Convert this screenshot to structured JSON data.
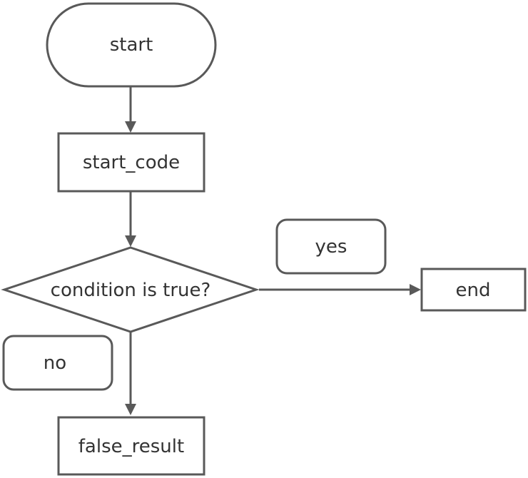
{
  "nodes": {
    "start": "start",
    "start_code": "start_code",
    "condition": "condition is true?",
    "end": "end",
    "false_result": "false_result"
  },
  "labels": {
    "yes": "yes",
    "no": "no"
  },
  "colors": {
    "stroke": "#595959",
    "text": "#333333",
    "fill": "#ffffff"
  }
}
